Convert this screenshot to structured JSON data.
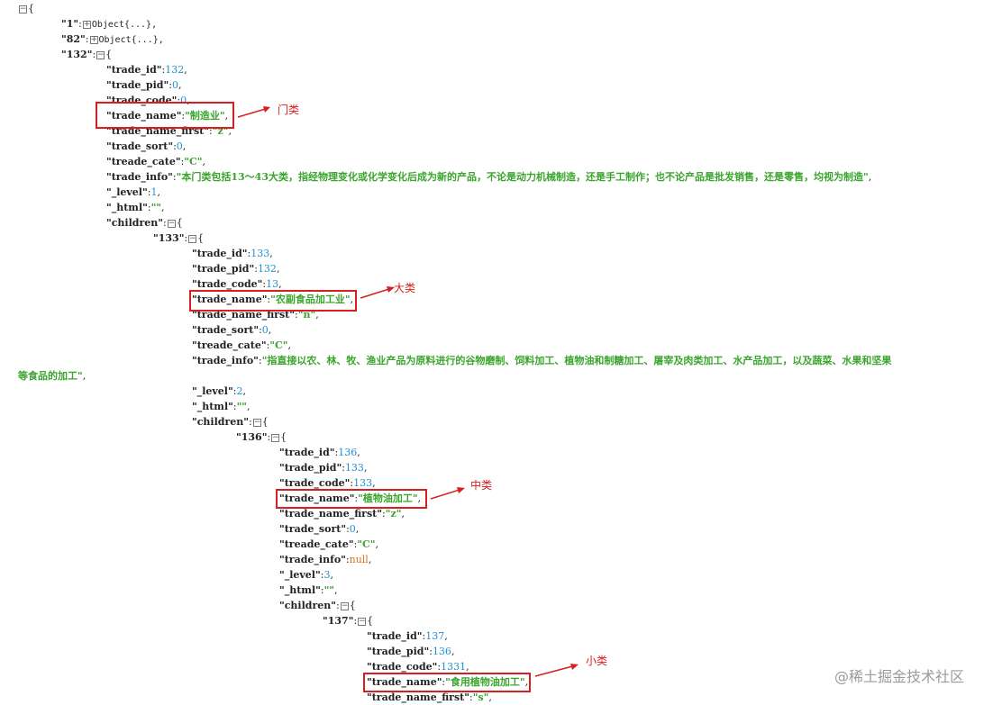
{
  "tree": {
    "open_brace": "{",
    "collapsed_text": "Object{...},",
    "root": [
      {
        "key": "\"1\"",
        "collapsed": true
      },
      {
        "key": "\"82\"",
        "collapsed": true
      },
      {
        "key": "\"132\"",
        "collapsed": false
      }
    ],
    "level1": {
      "trade_id": "132",
      "trade_pid": "0",
      "trade_code": "0",
      "trade_name": "\"制造业\"",
      "trade_name_first": "\"z\"",
      "trade_sort": "0",
      "treade_cate": "\"C\"",
      "trade_info": "\"本门类包括13～43大类，指经物理变化或化学变化后成为新的产品，不论是动力机械制造，还是手工制作；也不论产品是批发销售，还是零售，均视为制造\"",
      "_level": "1",
      "_html": "\"\"",
      "children_key": "\"children\"",
      "child_key": "\"133\""
    },
    "level2": {
      "trade_id": "133",
      "trade_pid": "132",
      "trade_code": "13",
      "trade_name": "\"农副食品加工业\"",
      "trade_name_first": "\"n\"",
      "trade_sort": "0",
      "treade_cate": "\"C\"",
      "trade_info_part1": "\"指直接以农、林、牧、渔业产品为原料进行的谷物磨制、饲料加工、植物油和制糖加工、屠宰及肉类加工、水产品加工，以及蔬菜、水果和坚果",
      "trade_info_part2": "等食品的加工\"",
      "_level": "2",
      "_html": "\"\"",
      "children_key": "\"children\"",
      "child_key": "\"136\""
    },
    "level3": {
      "trade_id": "136",
      "trade_pid": "133",
      "trade_code": "133",
      "trade_name": "\"植物油加工\"",
      "trade_name_first": "\"z\"",
      "trade_sort": "0",
      "treade_cate": "\"C\"",
      "trade_info": "null",
      "_level": "3",
      "_html": "\"\"",
      "children_key": "\"children\"",
      "child_key": "\"137\""
    },
    "level4": {
      "trade_id": "137",
      "trade_pid": "136",
      "trade_code": "1331",
      "trade_name": "\"食用植物油加工\"",
      "trade_name_first": "\"s\""
    },
    "keys": {
      "trade_id": "\"trade_id\"",
      "trade_pid": "\"trade_pid\"",
      "trade_code": "\"trade_code\"",
      "trade_name": "\"trade_name\"",
      "trade_name_first": "\"trade_name_first\"",
      "trade_sort": "\"trade_sort\"",
      "treade_cate": "\"treade_cate\"",
      "trade_info": "\"trade_info\"",
      "_level": "\"_level\"",
      "_html": "\"_html\""
    }
  },
  "annotations": {
    "menlei": "门类",
    "dalei": "大类",
    "zhonglei": "中类",
    "xiaolei": "小类"
  },
  "watermark": "@稀土掘金技术社区",
  "colors": {
    "number": "#1f8fd6",
    "string": "#3aa52d",
    "null": "#e0701a",
    "highlight": "#d81e1e"
  }
}
